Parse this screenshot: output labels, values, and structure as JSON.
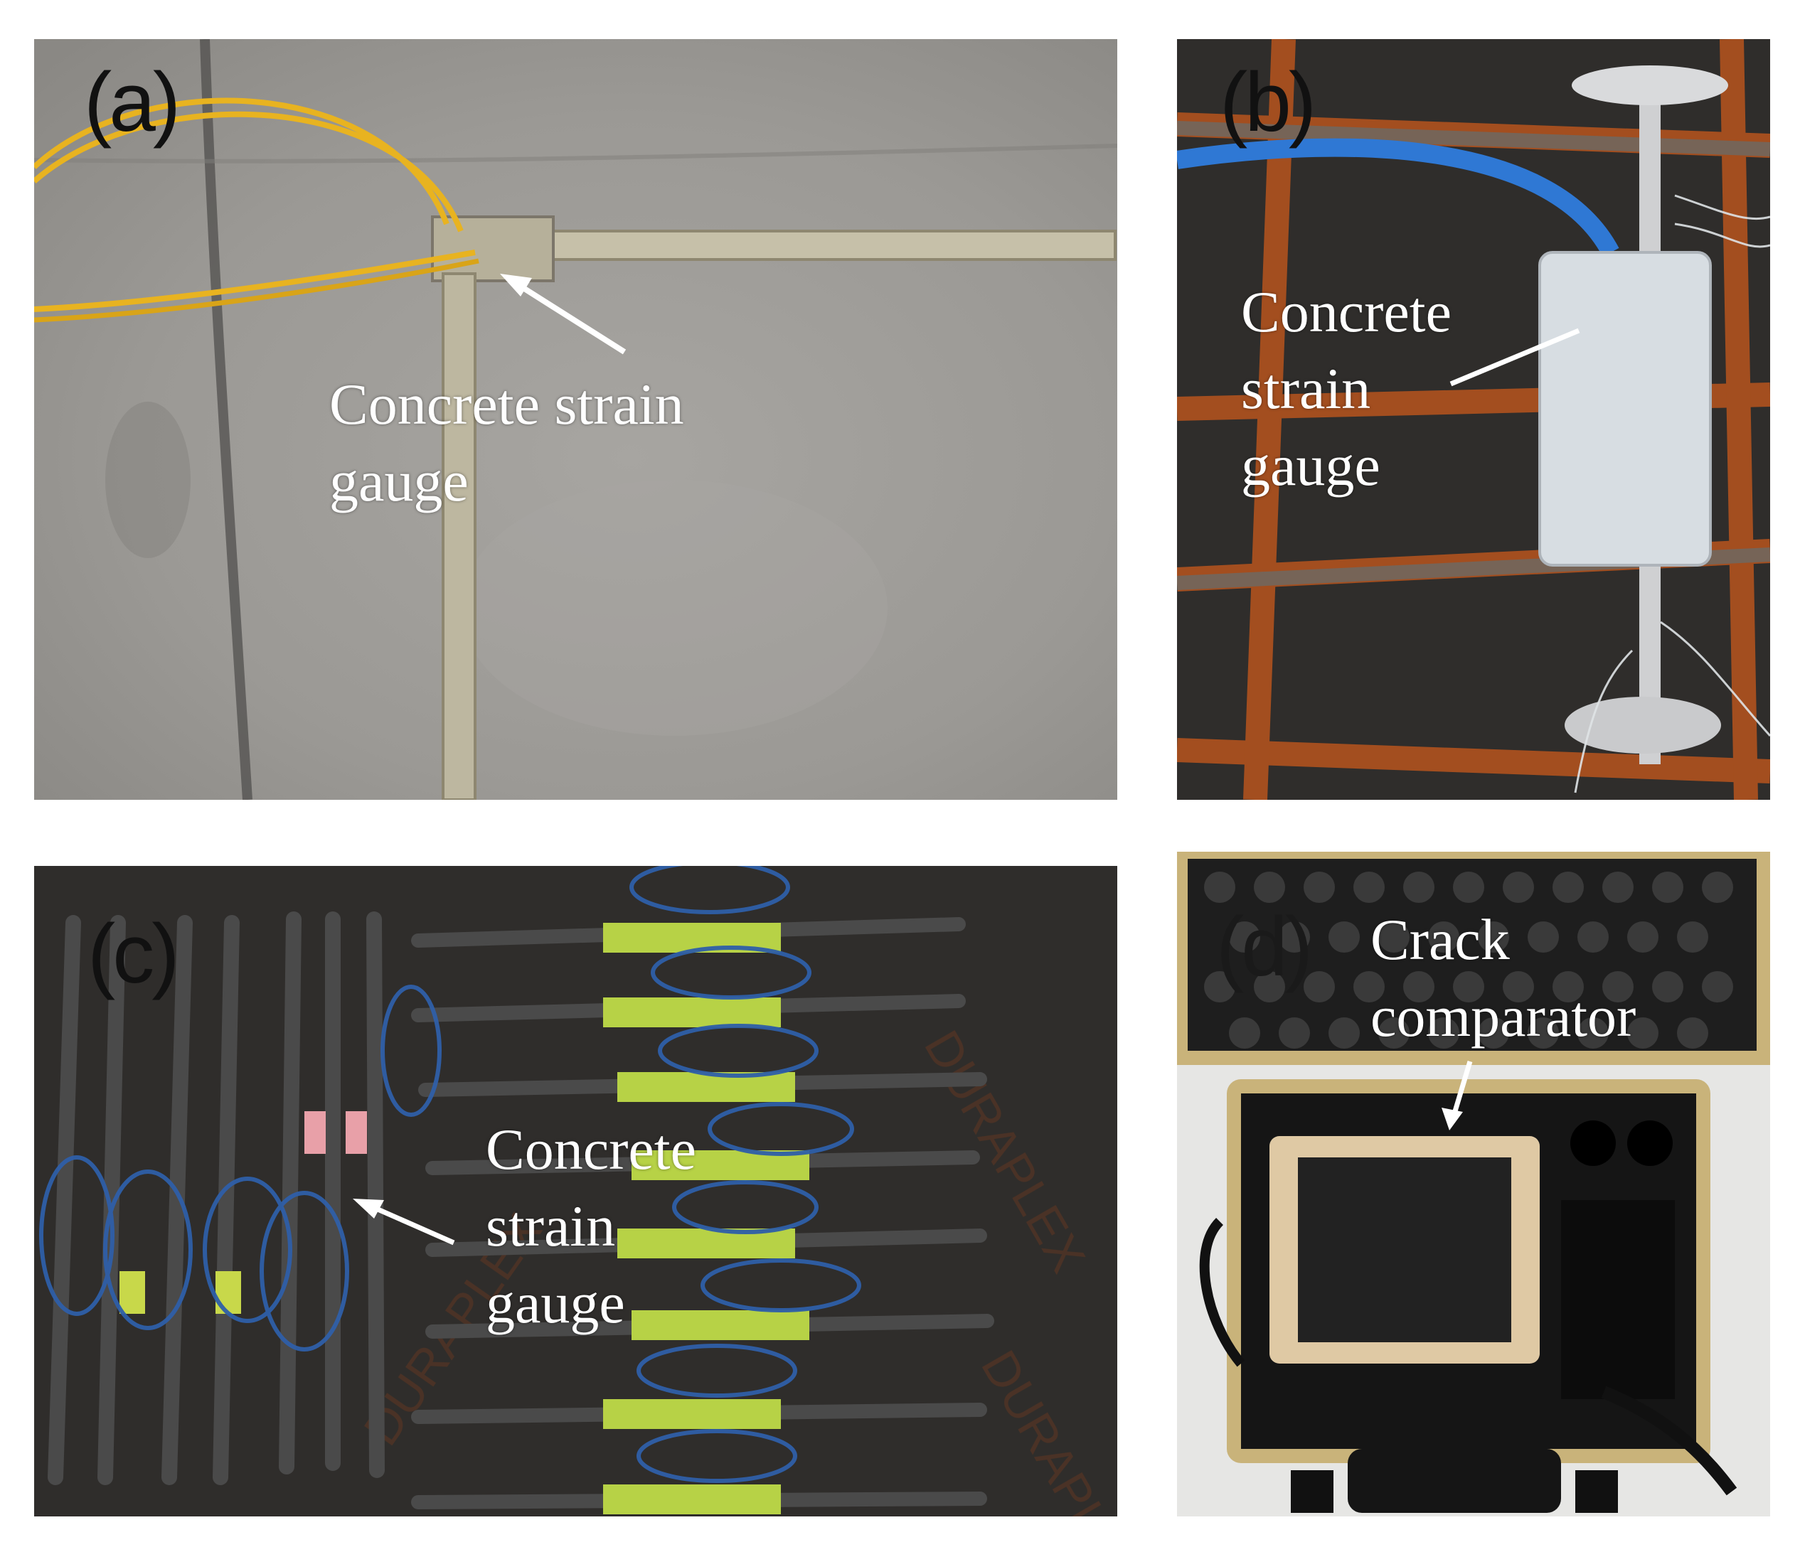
{
  "panels": {
    "a": {
      "label": "(a)",
      "annotation": [
        "Concrete strain",
        "gauge"
      ]
    },
    "b": {
      "label": "(b)",
      "annotation": [
        "Concrete",
        "strain",
        "gauge"
      ]
    },
    "c": {
      "label": "(c)",
      "annotation": [
        "Concrete",
        "strain",
        "gauge"
      ]
    },
    "d": {
      "label": "(d)",
      "annotation": [
        "Crack",
        "comparator"
      ]
    }
  },
  "colors": {
    "concrete": "#9a9894",
    "formwork": "#2f2d2b",
    "rebar_rust": "#b0521e",
    "wire_yellow": "#e8b320",
    "wire_blue": "#2f5fa8",
    "case_tan": "#c9b37a"
  }
}
